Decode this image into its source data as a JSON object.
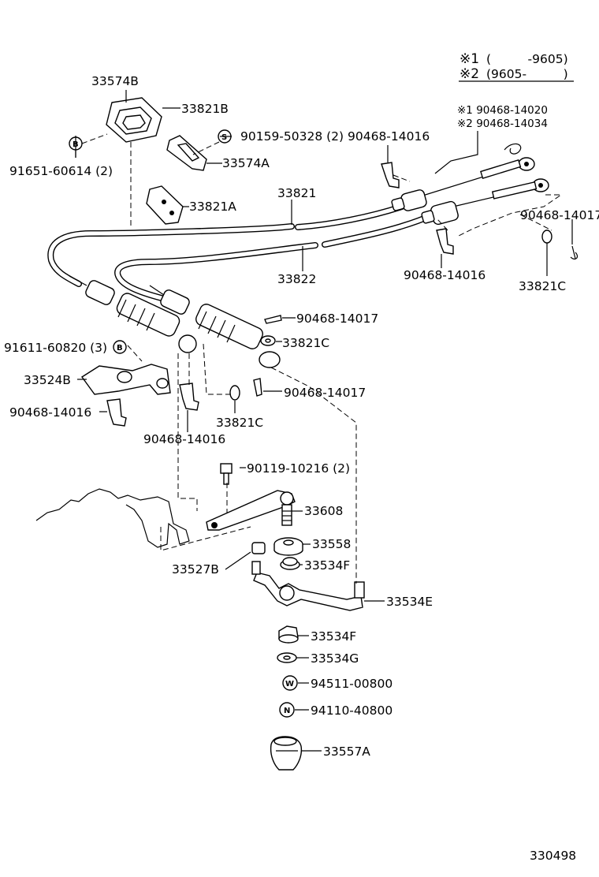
{
  "legend": {
    "row1": {
      "mark": "※1",
      "range": "(　　　-9605)"
    },
    "row2": {
      "mark": "※2",
      "range": "(9605-　　　)"
    }
  },
  "notes": {
    "n1": "※1 90468-14020",
    "n2": "※2 90468-14034"
  },
  "labels": {
    "p33574B": "33574B",
    "p33821B": "33821B",
    "p90159": "90159-50328 (2)",
    "p33574A": "33574A",
    "p91651": "91651-60614 (2)",
    "p33821A": "33821A",
    "p33821": "33821",
    "p33822": "33822",
    "p90468_14016_top": "90468-14016",
    "p90468_14017_right": "90468-14017",
    "p90468_14016_mid": "90468-14016",
    "p33821C_right": "33821C",
    "p90468_14017_a": "90468-14017",
    "p91611": "91611-60820 (3)",
    "p33821C_mid": "33821C",
    "p33524B": "33524B",
    "p90468_14017_b": "90468-14017",
    "p90468_14016_left": "90468-14016",
    "p33821C_low": "33821C",
    "p90468_14016_low": "90468-14016",
    "p90119": "90119-10216 (2)",
    "p33608": "33608",
    "p33558": "33558",
    "p33527B": "33527B",
    "p33534F_a": "33534F",
    "p33534E": "33534E",
    "p33534F_b": "33534F",
    "p33534G": "33534G",
    "p94511": "94511-00800",
    "p94110": "94110-40800",
    "p33557A": "33557A"
  },
  "symbols": {
    "bolt_b": "B",
    "screw_s": "S",
    "washer_w": "W",
    "nut_n": "N"
  },
  "figure_number": "330498"
}
